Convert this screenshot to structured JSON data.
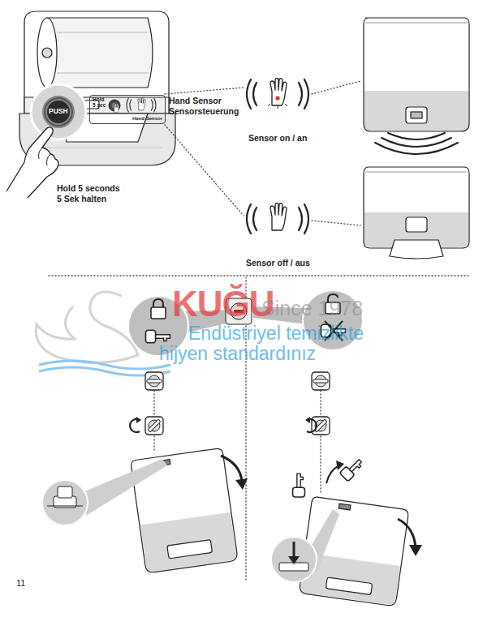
{
  "diagram": {
    "nodes": [
      {
        "text": [
          "PUSH"
        ]
      },
      {
        "text": [
          "Hold 5 sec",
          "Hand Sensor"
        ]
      }
    ],
    "labels": [
      "Hand Sensor",
      "Sensorsteuerung",
      "Hold 5 seconds",
      "5 Sek halten",
      "Sensor on / an",
      "Sensor off / aus",
      "KUĞU",
      "Since 1978",
      "Endüstriyel temizlikte",
      "hijyen standardınız",
      "11"
    ]
  }
}
